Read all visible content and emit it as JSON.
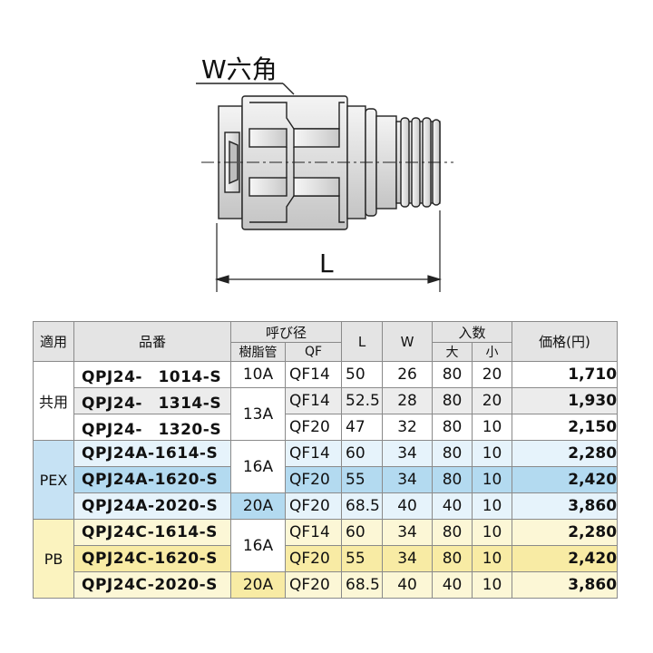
{
  "drawing": {
    "hex_label": "W六角",
    "length_label": "L"
  },
  "table": {
    "headers": {
      "application": "適用",
      "part_number": "品番",
      "nominal_size": "呼び径",
      "resin_pipe": "樹脂管",
      "qf": "QF",
      "L": "L",
      "W": "W",
      "quantity": "入数",
      "qty_large": "大",
      "qty_small": "小",
      "price": "価格(円)"
    },
    "groups": [
      {
        "application": "共用"
      },
      {
        "application": "PEX"
      },
      {
        "application": "PB"
      }
    ],
    "rows": [
      {
        "part": "QPJ24-　1014-S",
        "resin": "10A",
        "qf": "QF14",
        "L": "50",
        "W": "26",
        "large": "80",
        "small": "20",
        "price": "1,710"
      },
      {
        "part": "QPJ24-　1314-S",
        "resin": "13A",
        "qf": "QF14",
        "L": "52.5",
        "W": "28",
        "large": "80",
        "small": "20",
        "price": "1,930"
      },
      {
        "part": "QPJ24-　1320-S",
        "resin": "13A",
        "qf": "QF20",
        "L": "47",
        "W": "32",
        "large": "80",
        "small": "10",
        "price": "2,150"
      },
      {
        "part": "QPJ24A-1614-S",
        "resin": "16A",
        "qf": "QF14",
        "L": "60",
        "W": "34",
        "large": "80",
        "small": "10",
        "price": "2,280"
      },
      {
        "part": "QPJ24A-1620-S",
        "resin": "16A",
        "qf": "QF20",
        "L": "55",
        "W": "34",
        "large": "80",
        "small": "10",
        "price": "2,420"
      },
      {
        "part": "QPJ24A-2020-S",
        "resin": "20A",
        "qf": "QF20",
        "L": "68.5",
        "W": "40",
        "large": "40",
        "small": "10",
        "price": "3,860"
      },
      {
        "part": "QPJ24C-1614-S",
        "resin": "16A",
        "qf": "QF14",
        "L": "60",
        "W": "34",
        "large": "80",
        "small": "10",
        "price": "2,280"
      },
      {
        "part": "QPJ24C-1620-S",
        "resin": "16A",
        "qf": "QF20",
        "L": "55",
        "W": "34",
        "large": "80",
        "small": "10",
        "price": "2,420"
      },
      {
        "part": "QPJ24C-2020-S",
        "resin": "20A",
        "qf": "QF20",
        "L": "68.5",
        "W": "40",
        "large": "40",
        "small": "10",
        "price": "3,860"
      }
    ]
  },
  "colors": {
    "pex_light": "#e6f3fb",
    "pex_dark": "#b3daf0",
    "pb_light": "#fcf7d6",
    "pb_dark": "#f8eba4",
    "header_grey": "#e4e4e4"
  }
}
